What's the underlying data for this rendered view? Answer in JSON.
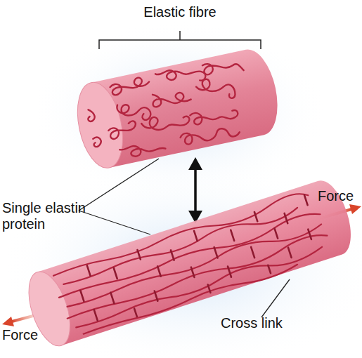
{
  "diagram": {
    "labels": [
      "Elastic fibre",
      "Single elastin protein",
      "Force",
      "Force",
      "Cross link"
    ]
  }
}
